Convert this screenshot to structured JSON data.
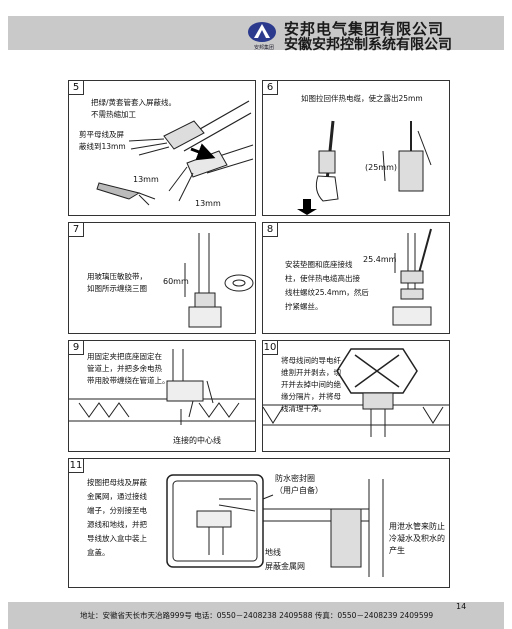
{
  "header": {
    "logo_text": "安邦集团",
    "company_1": "安邦电气集团有限公司",
    "company_2": "安徽安邦控制系统有限公司"
  },
  "panels": [
    {
      "num": "5",
      "lines": [
        "把绿/黄套管套入屏蔽线。",
        "不需热缩加工",
        "剪平母线及屏",
        "蔽线到13mm"
      ],
      "dims": [
        "13mm",
        "13mm"
      ]
    },
    {
      "num": "6",
      "lines": [
        "如图拉回伴热电缆，使之露出25mm"
      ],
      "dims": [
        "(25mm)"
      ]
    },
    {
      "num": "7",
      "lines": [
        "用玻璃压敏胶带，",
        "如图所示缠绕三圈"
      ],
      "dims": [
        "60mm"
      ]
    },
    {
      "num": "8",
      "lines": [
        "安装垫圈和底座接线",
        "柱，使伴热电缆高出接",
        "线柱螺纹25.4mm，然后",
        "拧紧螺丝。"
      ],
      "dims": [
        "25.4mm"
      ]
    },
    {
      "num": "9",
      "lines": [
        "用固定夹把底座固定在",
        "管道上，并把多余电热",
        "带用胶带缠绕在管道上。"
      ],
      "dims": [
        "连接的中心线"
      ]
    },
    {
      "num": "10",
      "lines": [
        "将母线间的导电纤",
        "维割开并剥去，切",
        "开并去掉中间的绝",
        "缘分隔片，并将母",
        "线清理干净。"
      ],
      "dims": []
    },
    {
      "num": "11",
      "lines": [
        "按图把母线及屏蔽",
        "金属网，通过接线",
        "端子，分别接至电",
        "源线和地线，并把",
        "导线放入盒中装上",
        "盒盖。"
      ],
      "dims": [
        "防水密封圈",
        "（用户自备）",
        "地线",
        "屏蔽金属网",
        "用泄水管来防止",
        "冷凝水及积水的",
        "产生"
      ]
    }
  ],
  "footer": {
    "address": "地址：安徽省天长市天冶路999号  电话：0550－2408238  2409588  传真：0550－2408239  2409599",
    "page": "14"
  }
}
